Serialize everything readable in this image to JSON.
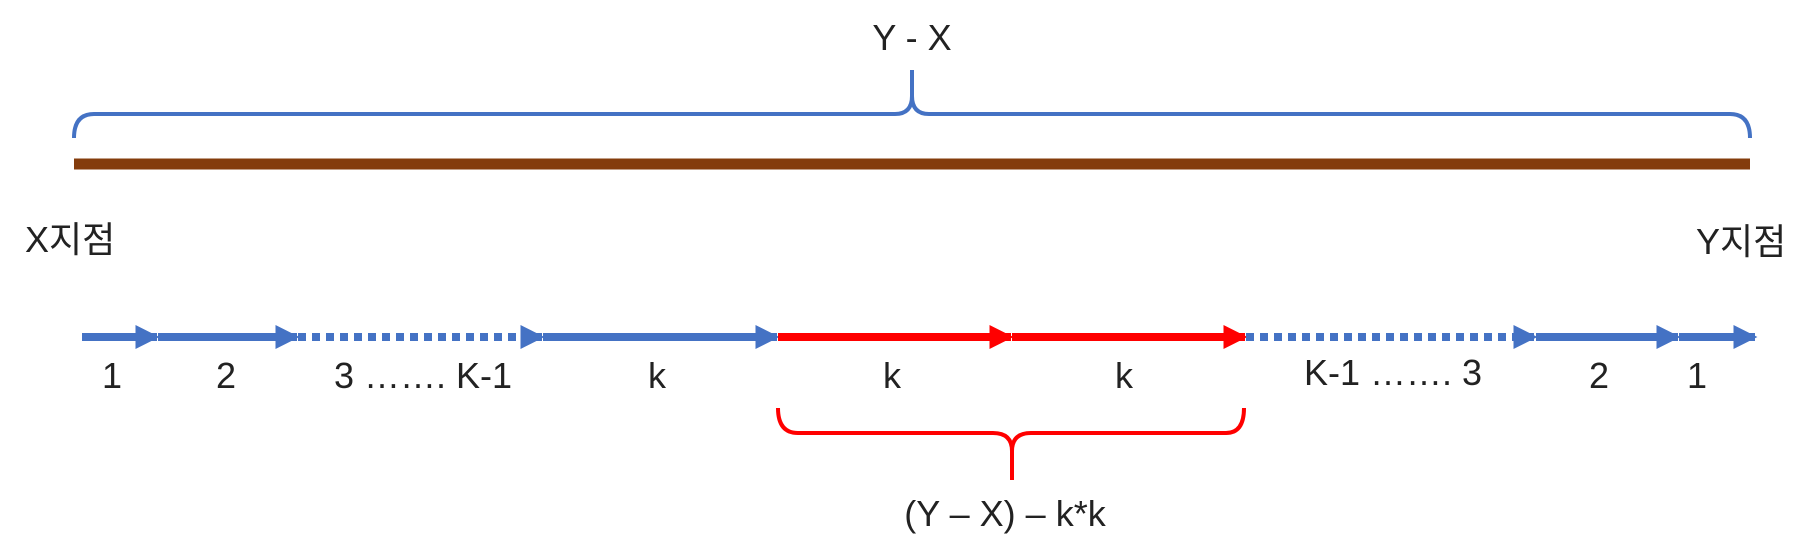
{
  "diagram": {
    "total_label": "Y - X",
    "start_label": "X지점",
    "end_label": "Y지점",
    "remainder_label": "(Y – X) – k*k",
    "colors": {
      "blue": "#4472C4",
      "red": "#FF0000",
      "brown": "#843C0C",
      "text": "#222222"
    },
    "steps": [
      {
        "label": "1",
        "color": "blue",
        "style": "solid"
      },
      {
        "label": "2",
        "color": "blue",
        "style": "solid"
      },
      {
        "label": "3 ……. K-1",
        "color": "blue",
        "style": "dotted"
      },
      {
        "label": "k",
        "color": "blue",
        "style": "solid"
      },
      {
        "label": "k",
        "color": "red",
        "style": "solid"
      },
      {
        "label": "k",
        "color": "red",
        "style": "solid"
      },
      {
        "label": "K-1 ……. 3",
        "color": "blue",
        "style": "dotted"
      },
      {
        "label": "2",
        "color": "blue",
        "style": "solid"
      },
      {
        "label": "1",
        "color": "blue",
        "style": "solid"
      }
    ]
  }
}
